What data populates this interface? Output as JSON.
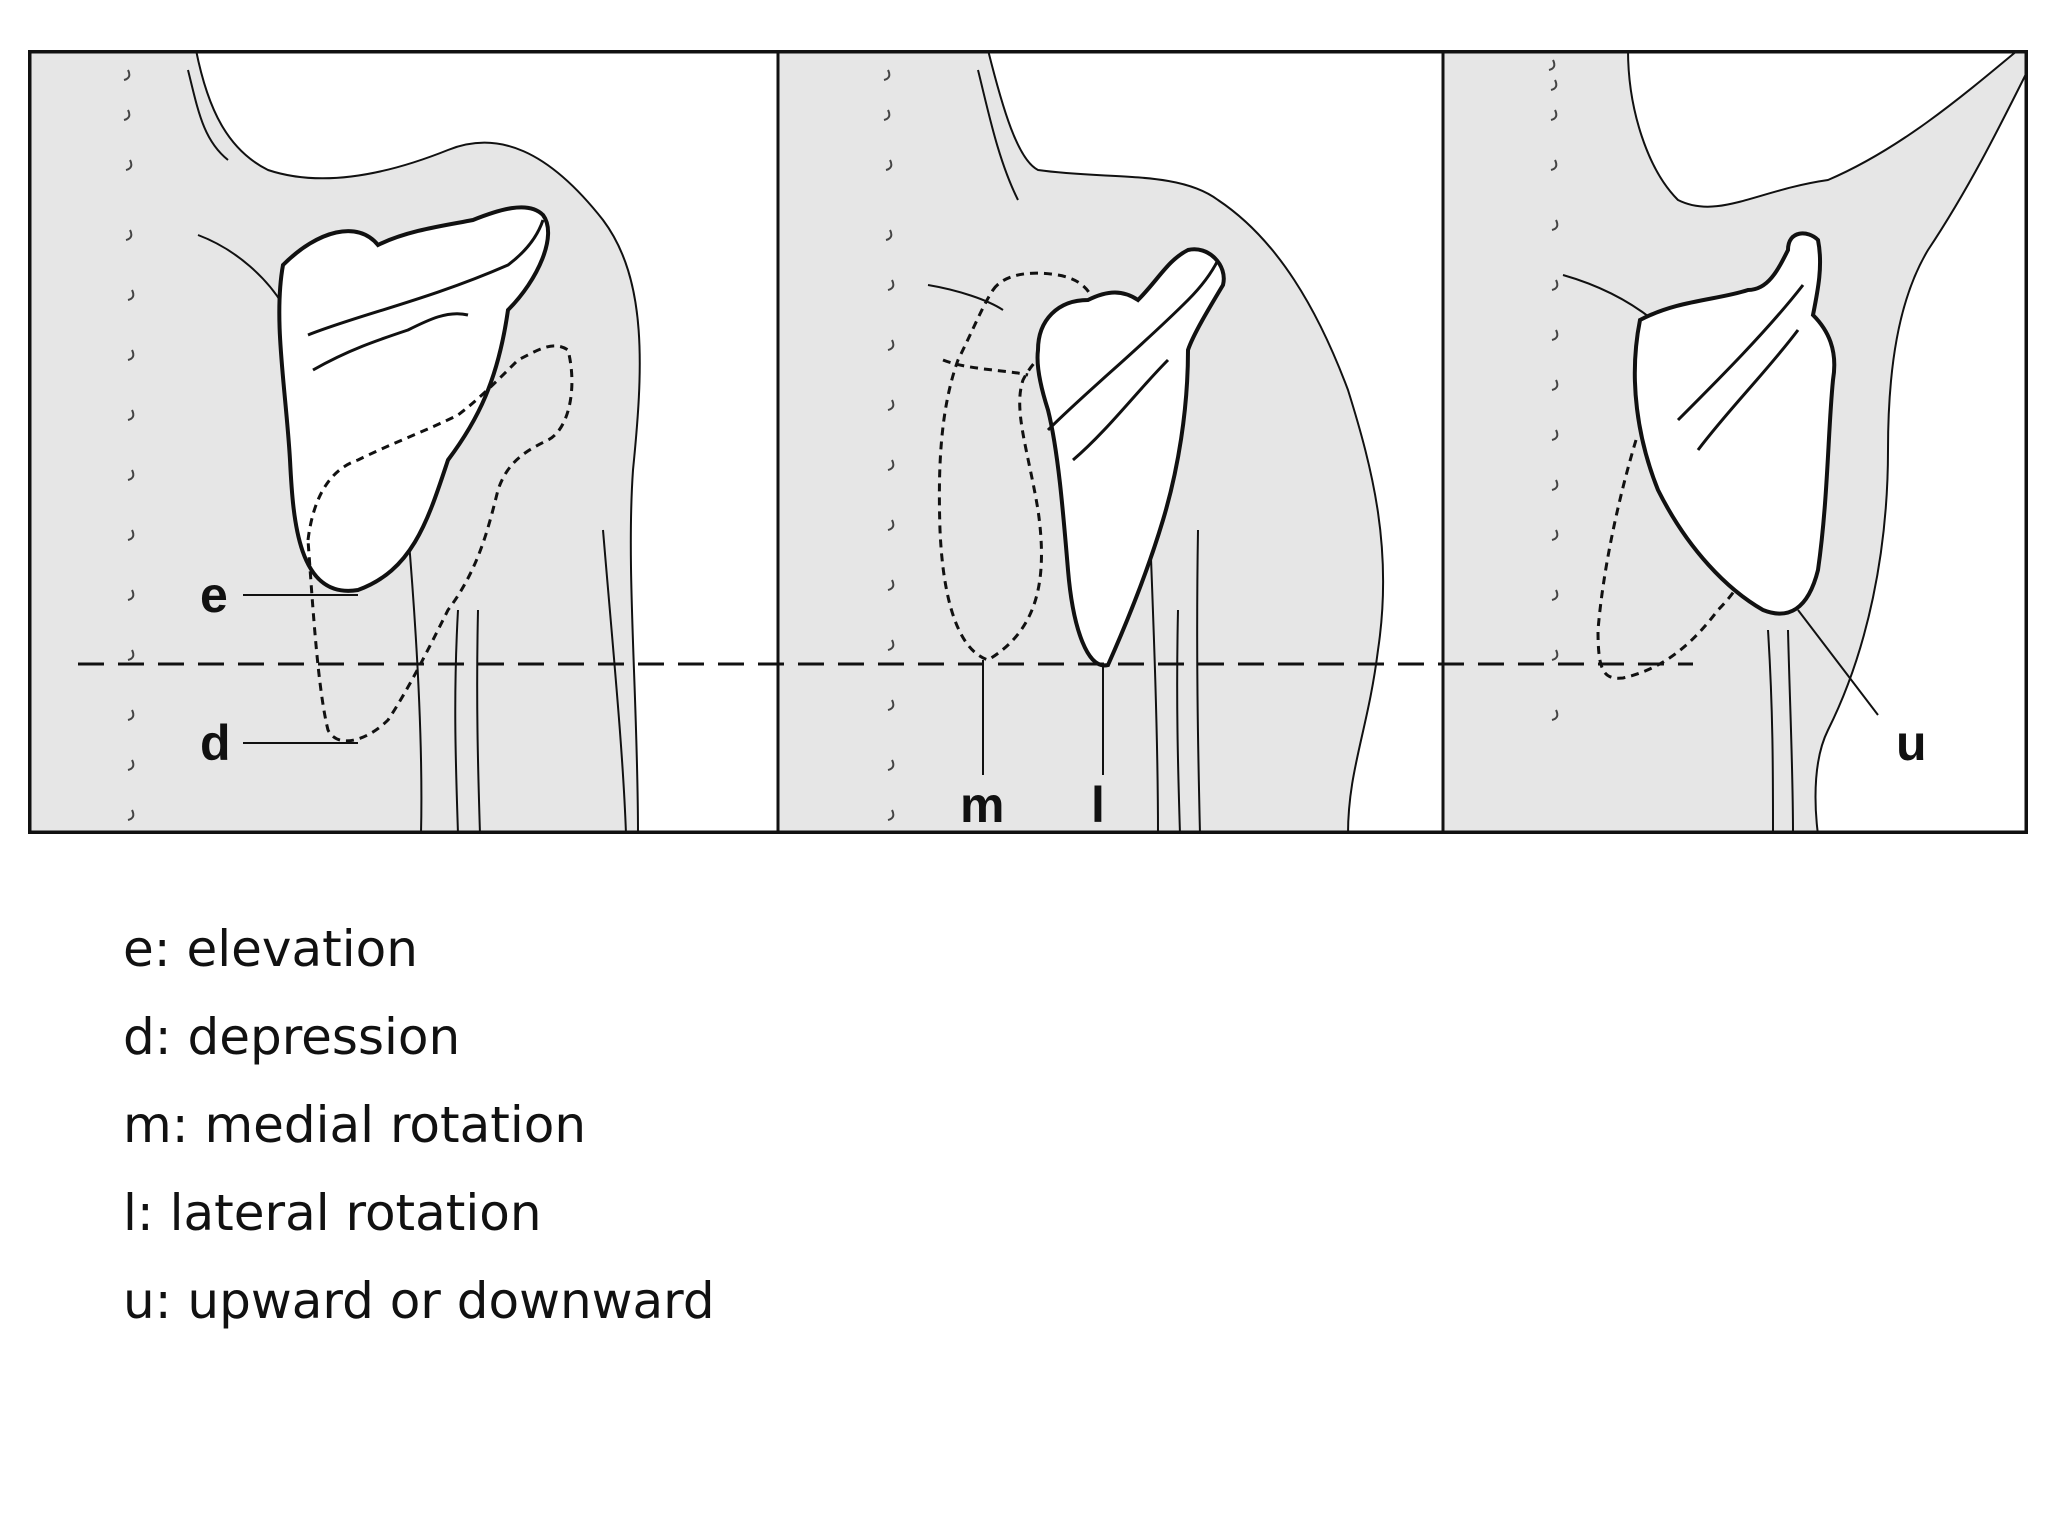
{
  "figure": {
    "labels": {
      "e": "e",
      "d": "d",
      "m": "m",
      "l": "l",
      "u": "u"
    }
  },
  "legend": [
    {
      "text": "e: elevation"
    },
    {
      "text": "d: depression"
    },
    {
      "text": "m: medial rotation"
    },
    {
      "text": "l: lateral rotation"
    },
    {
      "text": "u: upward or downward"
    }
  ],
  "colors": {
    "body_fill": "#e6e6e6",
    "line": "#111111",
    "background": "#ffffff"
  }
}
